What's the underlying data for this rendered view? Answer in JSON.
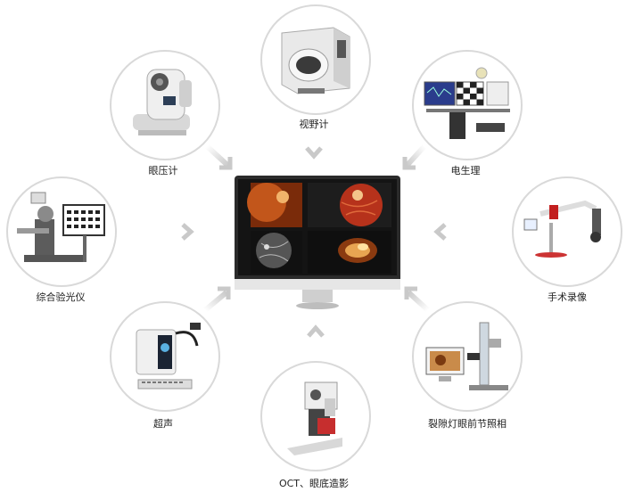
{
  "colors": {
    "circle_border": "#d9d9d9",
    "arrow": "#cfcfcf",
    "label": "#222222",
    "screen_bg": "#1a1a1a",
    "monitor_frame": "#2b2b2b"
  },
  "center": {
    "name": "monitor",
    "panels": [
      "fundus-photo",
      "fundus-red-disc",
      "fundus-angiography",
      "oct-scan"
    ]
  },
  "devices": [
    {
      "id": "tonometer",
      "label": "眼压计",
      "icon": "tonometer-device"
    },
    {
      "id": "perimeter",
      "label": "视野计",
      "icon": "perimeter-device"
    },
    {
      "id": "electrophysiology",
      "label": "电生理",
      "icon": "electrophysiology-workstation"
    },
    {
      "id": "phoropter",
      "label": "综合验光仪",
      "icon": "phoropter-unit"
    },
    {
      "id": "surgery-recording",
      "label": "手术录像",
      "icon": "surgical-microscope"
    },
    {
      "id": "ultrasound",
      "label": "超声",
      "icon": "ultrasound-device"
    },
    {
      "id": "slit-lamp",
      "label": "裂隙灯眼前节照相",
      "icon": "slit-lamp-camera"
    },
    {
      "id": "oct",
      "label": "OCT、眼底造影",
      "icon": "oct-scanner"
    }
  ]
}
